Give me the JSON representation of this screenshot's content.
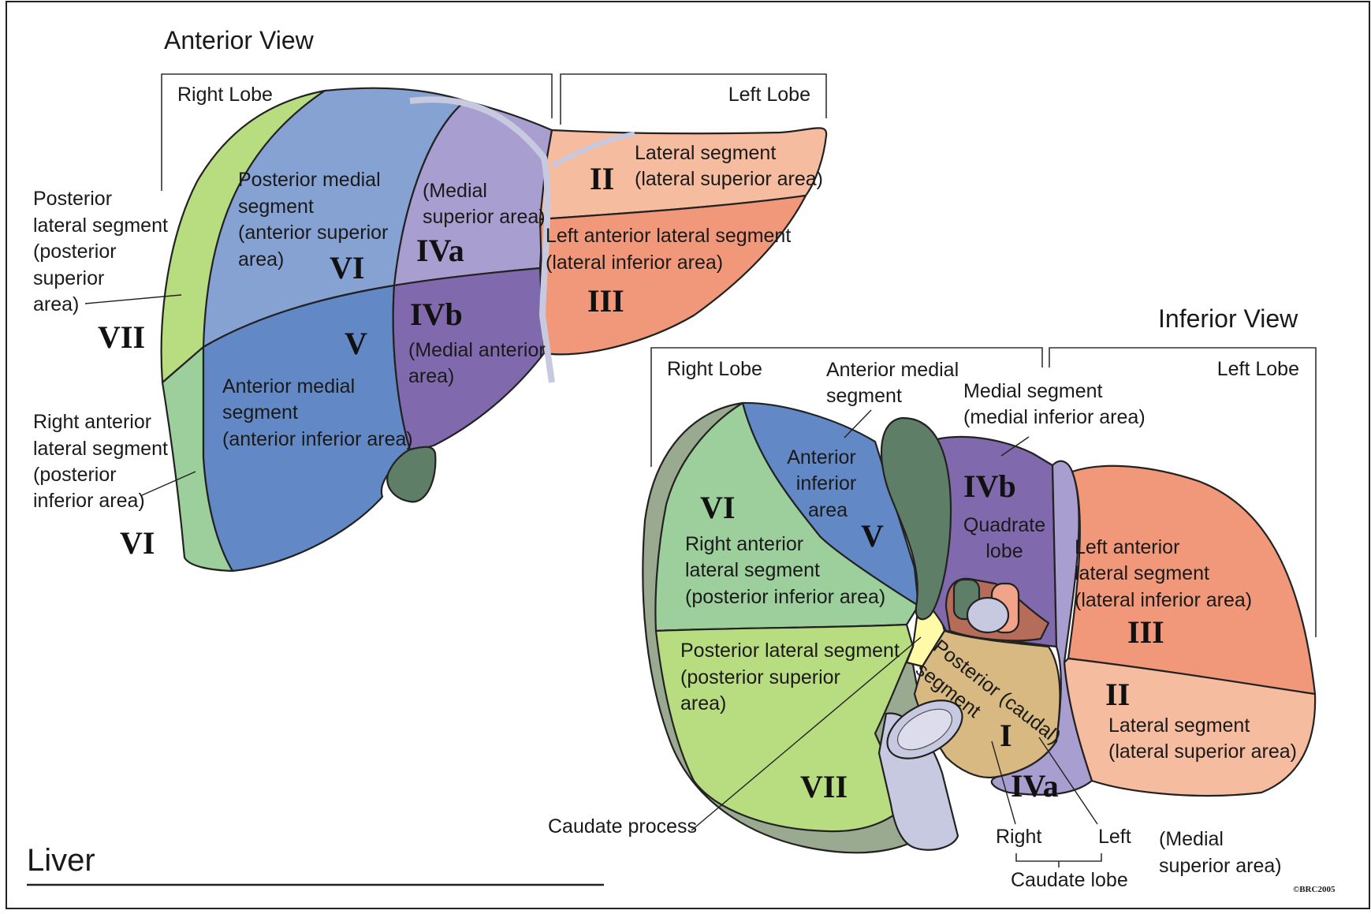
{
  "title": "Liver",
  "copyright": "©BRC2005",
  "colors": {
    "green_light": "#b8dc80",
    "green_mid": "#9dcf9d",
    "blue_light": "#85a2d2",
    "blue_dark": "#6289c5",
    "violet_light": "#a99ed0",
    "violet_dark": "#8069ad",
    "salmon_light": "#f6bca0",
    "salmon_dark": "#f1987a",
    "tan": "#d8b982",
    "gallbladder": "#5e7e68",
    "vein": "#c7c9e0"
  },
  "anterior": {
    "view_title": "Anterior View",
    "right_lobe": "Right Lobe",
    "left_lobe": "Left Lobe",
    "vii_desc": [
      "Posterior",
      "lateral segment",
      "(posterior",
      "superior",
      "area)"
    ],
    "vii_num": "VII",
    "vi_desc": [
      "Right anterior",
      "lateral segment",
      "(posterior",
      "inferior area)"
    ],
    "vi_num": "VI",
    "post_medial": [
      "Posterior medial",
      "segment",
      "(anterior superior",
      "area)"
    ],
    "post_medial_num": "VI",
    "ant_medial": [
      "Anterior medial",
      "segment",
      "(anterior inferior area)"
    ],
    "ant_medial_num": "V",
    "ivb_num": "IVb",
    "ivb_desc": [
      "(Medial anterior",
      "area)"
    ],
    "iva_desc": [
      "(Medial",
      "superior area)"
    ],
    "iva_num": "IVa",
    "ii_desc": [
      "Lateral segment",
      "(lateral superior area)"
    ],
    "ii_num": "II",
    "iii_desc": [
      "Left anterior lateral segment",
      "(lateral inferior area)"
    ],
    "iii_num": "III"
  },
  "inferior": {
    "view_title": "Inferior View",
    "right_lobe": "Right Lobe",
    "left_lobe": "Left Lobe",
    "ant_medial_callout": [
      "Anterior medial",
      "segment"
    ],
    "medial_callout": [
      "Medial segment",
      "(medial inferior area)"
    ],
    "vi_num": "VI",
    "vi_desc": [
      "Right anterior",
      "lateral segment",
      "(posterior inferior area)"
    ],
    "ant_inf": [
      "Anterior",
      "inferior",
      "area"
    ],
    "v_num": "V",
    "ivb_num": "IVb",
    "quadrate": [
      "Quadrate",
      "lobe"
    ],
    "left_ant": [
      "Left anterior",
      "lateral segment",
      "(lateral inferior area)"
    ],
    "iii_num": "III",
    "vii_desc": [
      "Posterior lateral segment",
      "(posterior superior",
      "area)"
    ],
    "vii_num": "VII",
    "post_caudal_a": "Posterior (caudal)",
    "post_caudal_b": "segment",
    "i_num": "I",
    "ii_num": "II",
    "ii_desc": [
      "Lateral segment",
      "(lateral superior area)"
    ],
    "iva_num": "IVa",
    "caudate_process": "Caudate process",
    "right": "Right",
    "left": "Left",
    "caudate_lobe": "Caudate lobe",
    "medial_superior": [
      "(Medial",
      "superior area)"
    ]
  }
}
